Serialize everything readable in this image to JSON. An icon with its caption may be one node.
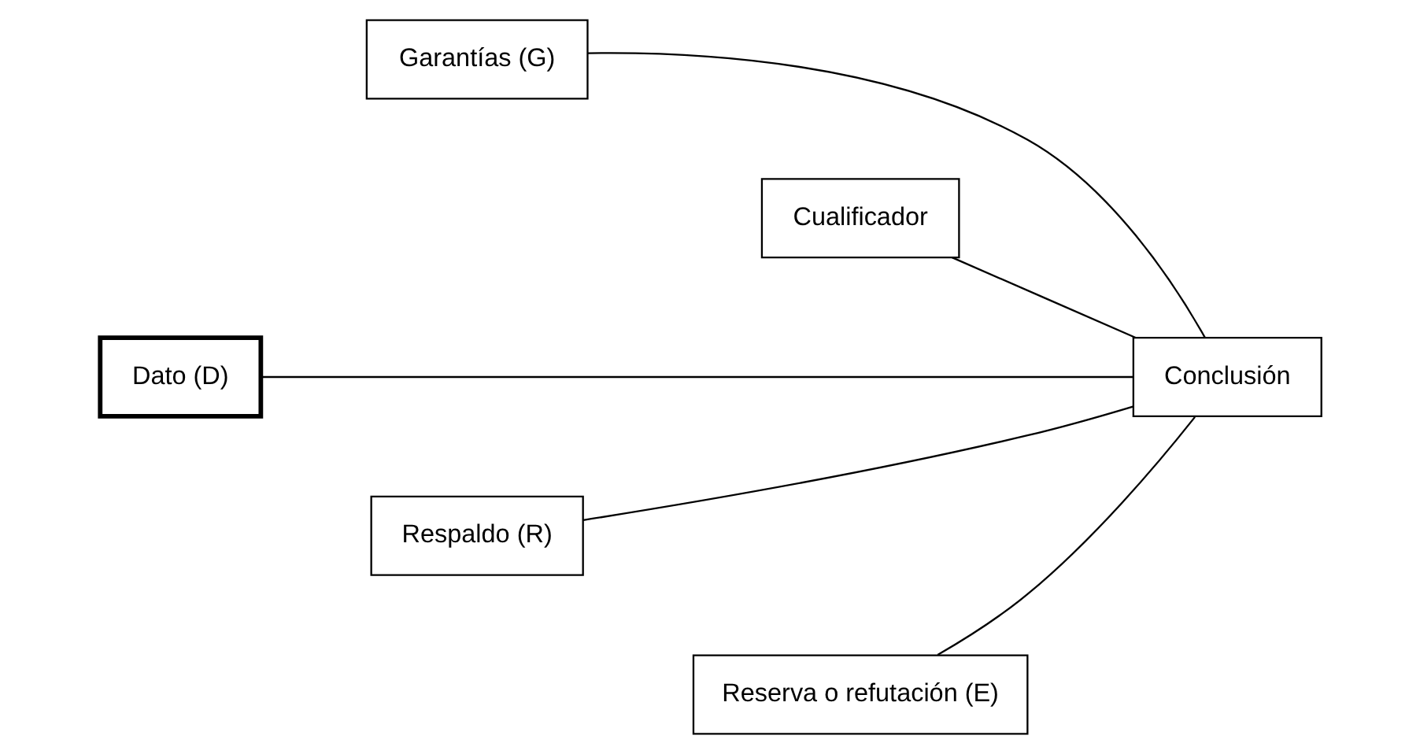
{
  "diagram": {
    "nodes": [
      {
        "text": [
          "Garantías (G)"
        ]
      },
      {
        "text": [
          "Cualificador"
        ]
      },
      {
        "text": [
          "Dato (D)"
        ]
      },
      {
        "text": [
          "Conclusión"
        ]
      },
      {
        "text": [
          "Respaldo (R)"
        ]
      },
      {
        "text": [
          "Reserva o refutación (E)"
        ]
      }
    ],
    "edges": [
      {
        "from": 2,
        "to": 3,
        "arrow": "none"
      },
      {
        "from": 0,
        "to": 3,
        "arrow": "none"
      },
      {
        "from": 4,
        "to": 3,
        "arrow": "none"
      },
      {
        "from": 1,
        "to": 3,
        "arrow": "none"
      },
      {
        "from": 5,
        "to": 3,
        "arrow": "none"
      }
    ]
  }
}
